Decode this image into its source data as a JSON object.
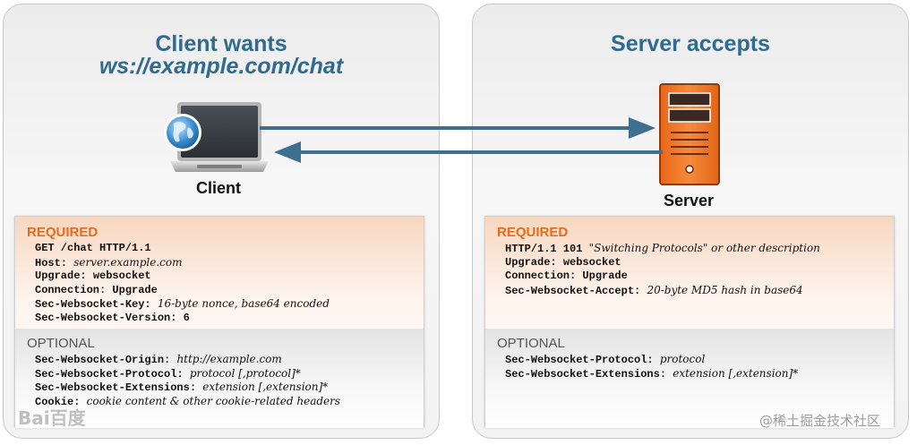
{
  "client": {
    "title_line1": "Client wants",
    "title_line2": "ws://example.com/chat",
    "device_label": "Client",
    "required_title": "REQUIRED",
    "required_lines": [
      {
        "key": "GET",
        "value": " /chat HTTP/1.1",
        "style": "plain-mixed"
      },
      {
        "key": "Host:",
        "value": "server.example.com",
        "style": "italic"
      },
      {
        "key": "Upgrade:",
        "value": "websocket",
        "style": "bold"
      },
      {
        "key": "Connection:",
        "value": "Upgrade",
        "style": "bold"
      },
      {
        "key": "Sec-Websocket-Key:",
        "value": "16-byte nonce, base64 encoded",
        "style": "italic"
      },
      {
        "key": "Sec-Websocket-Version:",
        "value": "6",
        "style": "bold"
      }
    ],
    "optional_title": "OPTIONAL",
    "optional_lines": [
      {
        "key": "Sec-Websocket-Origin:",
        "value": "http://example.com",
        "style": "italic"
      },
      {
        "key": "Sec-Websocket-Protocol:",
        "value": "protocol [,protocol]*",
        "style": "italic"
      },
      {
        "key": "Sec-Websocket-Extensions:",
        "value": "extension [,extension]*",
        "style": "italic"
      },
      {
        "key": "Cookie:",
        "value": "cookie content & other cookie-related headers",
        "style": "italic"
      }
    ]
  },
  "server": {
    "title_line1": "Server accepts",
    "device_label": "Server",
    "required_title": "REQUIRED",
    "required_lines": [
      {
        "key": "HTTP/1.1 101",
        "value": "\"Switching Protocols\" or other description",
        "style": "italic"
      },
      {
        "key": "Upgrade:",
        "value": "websocket",
        "style": "bold"
      },
      {
        "key": "Connection:",
        "value": "Upgrade",
        "style": "bold"
      },
      {
        "key": "Sec-Websocket-Accept:",
        "value": "20-byte MD5 hash in base64",
        "style": "italic"
      }
    ],
    "optional_title": "OPTIONAL",
    "optional_lines": [
      {
        "key": "Sec-Websocket-Protocol:",
        "value": "protocol",
        "style": "italic"
      },
      {
        "key": "Sec-Websocket-Extensions:",
        "value": "extension [,extension]*",
        "style": "italic"
      }
    ]
  },
  "watermarks": {
    "left": "Bai百度",
    "right": "@稀土掘金技术社区"
  },
  "colors": {
    "title_blue": "#2f6b8f",
    "arrow_blue": "#3f6f8f",
    "required_orange": "#e86b1c",
    "server_orange": "#f07d2a"
  },
  "icons": [
    "laptop-globe-icon",
    "server-tower-icon",
    "arrow-right-icon",
    "arrow-left-icon"
  ]
}
